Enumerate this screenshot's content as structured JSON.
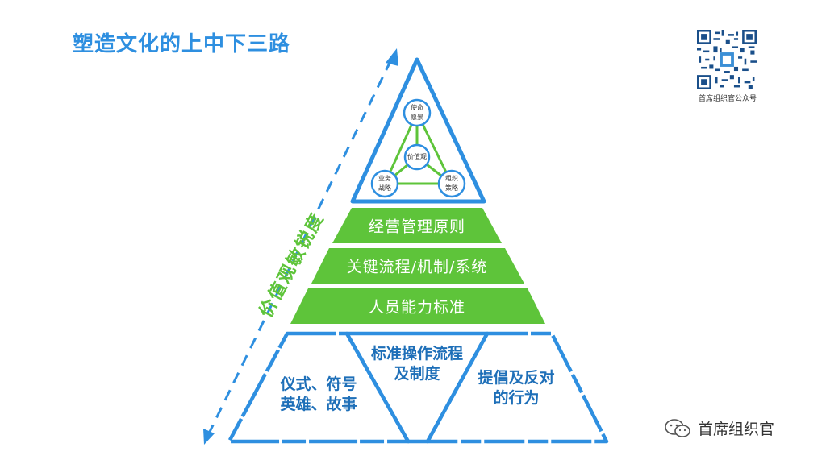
{
  "title": "塑造文化的上中下三路",
  "side_label": "价值观敏锐度",
  "top_nodes": {
    "mission": [
      "使命",
      "愿景"
    ],
    "values": "价值观",
    "business": [
      "业务",
      "战略"
    ],
    "org": [
      "组织",
      "策略"
    ]
  },
  "bands": [
    "经营管理原则",
    "关键流程/机制/系统",
    "人员能力标准"
  ],
  "bottom": {
    "left": [
      "仪式、符号",
      "英雄、故事"
    ],
    "middle": [
      "标准操作流程",
      "及制度"
    ],
    "right": [
      "提倡及反对",
      "的行为"
    ]
  },
  "qr_caption": "首席组织官公众号",
  "brand": "首席组织官",
  "colors": {
    "blue": "#2e8fe0",
    "green": "#5ec43a",
    "dark_blue": "#1e6fb8"
  }
}
